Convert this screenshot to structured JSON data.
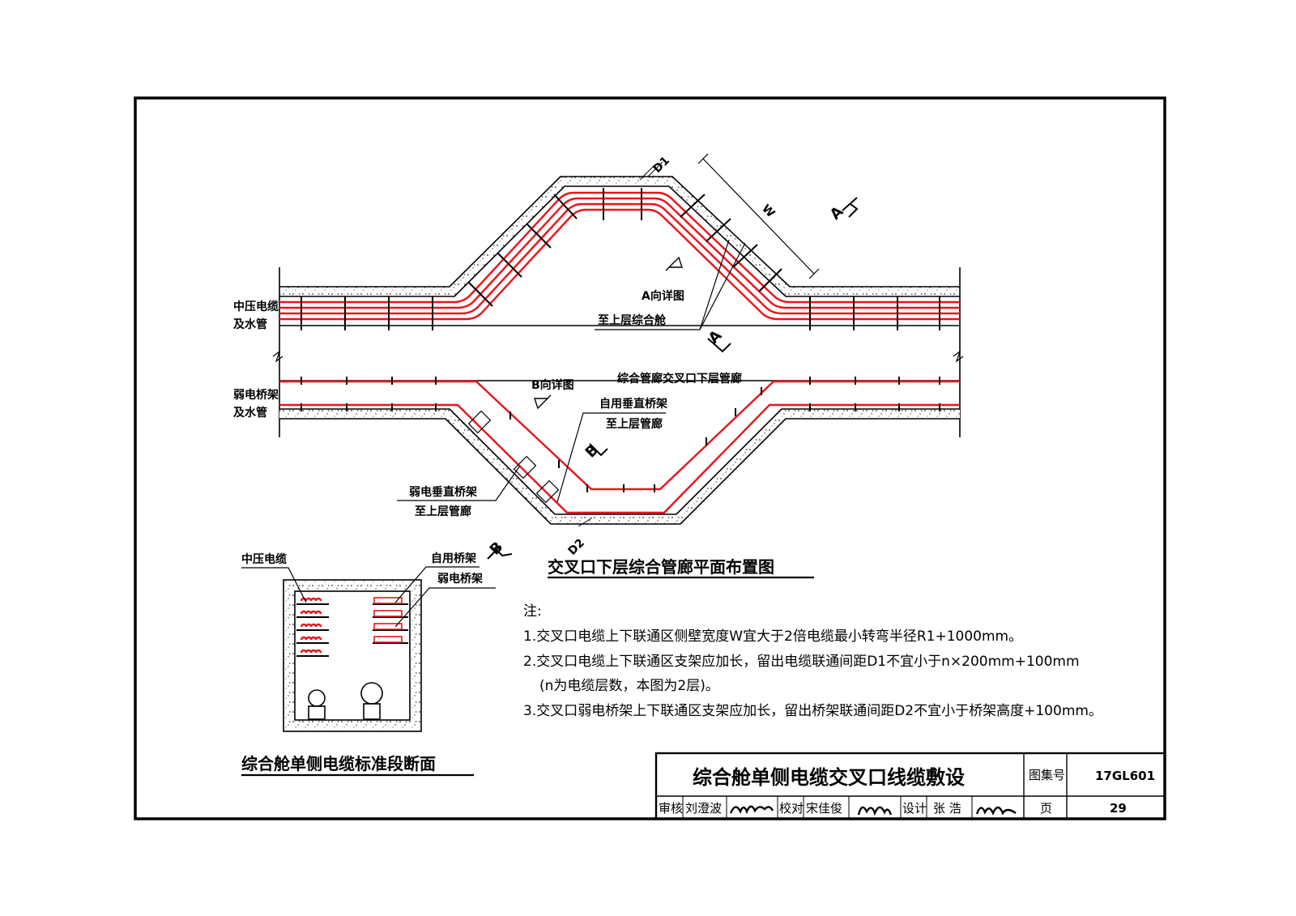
{
  "drawing": {
    "main_title": "交叉口下层综合管廊平面布置图",
    "section_title": "综合舱单侧电缆标准段断面",
    "labels": {
      "mv_cable_water_l1": "中压电缆",
      "mv_cable_water_l2": "及水管",
      "weak_tray_water_l1": "弱电桥架",
      "weak_tray_water_l2": "及水管",
      "a_detail": "A向详图",
      "to_upper_cabin": "至上层综合舱",
      "lower_corridor": "综合管廊交叉口下层管廊",
      "b_detail": "B向详图",
      "self_vertical_tray_l1": "自用垂直桥架",
      "self_vertical_tray_l2": "至上层管廊",
      "weak_vertical_tray_l1": "弱电垂直桥架",
      "weak_vertical_tray_l2": "至上层管廊",
      "dim_d1": "D1",
      "dim_d2": "D2",
      "dim_w": "W",
      "view_a": "A",
      "view_b": "B",
      "sec_mv_cable": "中压电缆",
      "sec_self_tray": "自用桥架",
      "sec_weak_tray": "弱电桥架"
    }
  },
  "notes": {
    "heading": "注:",
    "items": [
      "1.交叉口电缆上下联通区侧壁宽度W宜大于2倍电缆最小转弯半径R1+1000mm。",
      "2.交叉口电缆上下联通区支架应加长，留出电缆联通间距D1不宜小于n×200mm+100mm",
      "(n为电缆层数，本图为2层)。",
      "3.交叉口弱电桥架上下联通区支架应加长，留出桥架联通间距D2不宜小于桥架高度+100mm。"
    ]
  },
  "title_block": {
    "title": "综合舱单侧电缆交叉口线缆敷设",
    "atlas_label": "图集号",
    "atlas_no": "17GL601",
    "review_label": "审核",
    "reviewer": "刘澄波",
    "check_label": "校对",
    "checker": "宋佳俊",
    "design_label": "设计",
    "designer": "张 浩",
    "page_label": "页",
    "page_no": "29"
  },
  "colors": {
    "cable": "#e8151b",
    "line": "#000000"
  }
}
